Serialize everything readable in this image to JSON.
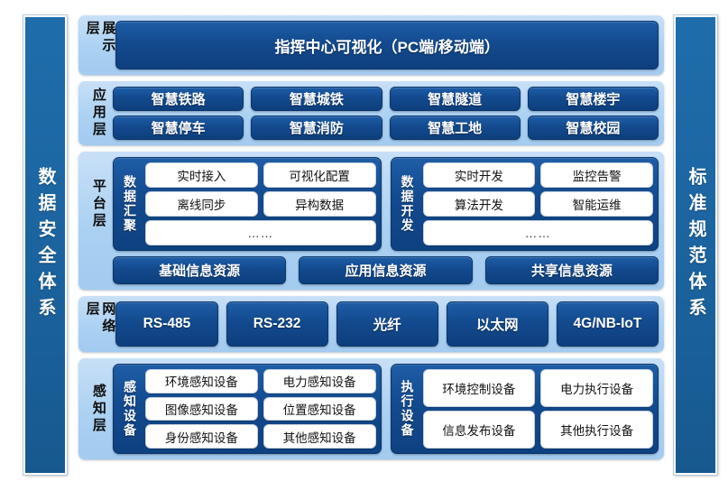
{
  "theme": {
    "pillar_blue": "#1F6DAB",
    "layer_bg": "#ABD1F2",
    "navy": "#134A8E",
    "white_box": "#FFFFFF",
    "page_bg": "#FFFFFF"
  },
  "pillars": {
    "left": "数据安全体系",
    "right": "标准规范体系"
  },
  "layers": [
    {
      "id": "display",
      "label": "展示层",
      "boxes": [
        "指挥中心可视化（PC端/移动端）"
      ]
    },
    {
      "id": "application",
      "label": "应用层",
      "boxes": [
        "智慧铁路",
        "智慧城铁",
        "智慧隧道",
        "智慧楼宇",
        "智慧停车",
        "智慧消防",
        "智慧工地",
        "智慧校园"
      ]
    },
    {
      "id": "platform",
      "label": "平台层",
      "groups": [
        {
          "title": "数据汇聚",
          "items": [
            "实时接入",
            "可视化配置",
            "离线同步",
            "异构数据"
          ],
          "more": "……"
        },
        {
          "title": "数据开发",
          "items": [
            "实时开发",
            "监控告警",
            "算法开发",
            "智能运维"
          ],
          "more": "……"
        }
      ],
      "resources": [
        "基础信息资源",
        "应用信息资源",
        "共享信息资源"
      ]
    },
    {
      "id": "network",
      "label": "网络层",
      "boxes": [
        "RS-485",
        "RS-232",
        "光纤",
        "以太网",
        "4G/NB-IoT"
      ]
    },
    {
      "id": "perception",
      "label": "感知层",
      "groups": [
        {
          "title": "感知设备",
          "items": [
            "环境感知设备",
            "电力感知设备",
            "图像感知设备",
            "位置感知设备",
            "身份感知设备",
            "其他感知设备"
          ]
        },
        {
          "title": "执行设备",
          "items": [
            "环境控制设备",
            "电力执行设备",
            "信息发布设备",
            "其他执行设备"
          ]
        }
      ]
    }
  ]
}
